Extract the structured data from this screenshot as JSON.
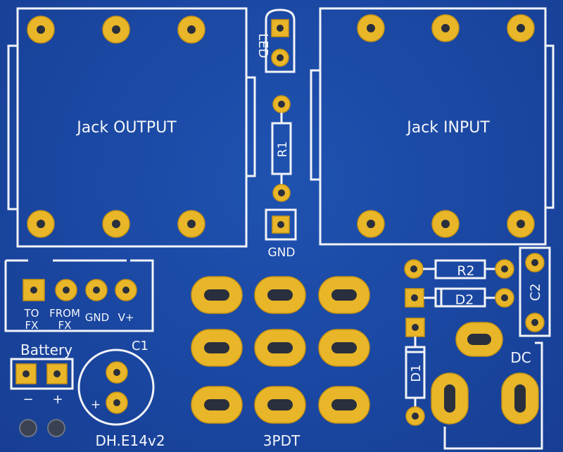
{
  "board": {
    "jack_output_label": "Jack OUTPUT",
    "jack_input_label": "Jack INPUT",
    "led_label": "LED",
    "r1_label": "R1",
    "gnd_label": "GND",
    "conn_to": "TO",
    "conn_fx1": "FX",
    "conn_from": "FROM",
    "conn_fx2": "FX",
    "conn_gnd": "GND",
    "conn_vplus": "V+",
    "battery_label": "Battery",
    "battery_minus": "−",
    "battery_plus": "+",
    "c1_label": "C1",
    "c1_plus": "+",
    "board_name": "DH.E14v2",
    "switch_label": "3PDT",
    "r2_label": "R2",
    "d2_label": "D2",
    "c2_label": "C2",
    "d1_label": "D1",
    "dc_label": "DC"
  },
  "colors": {
    "board": "#1d4a9e",
    "pad": "#e8b628",
    "silkscreen": "#f2f4f8",
    "drill": "#2a2f3d"
  }
}
